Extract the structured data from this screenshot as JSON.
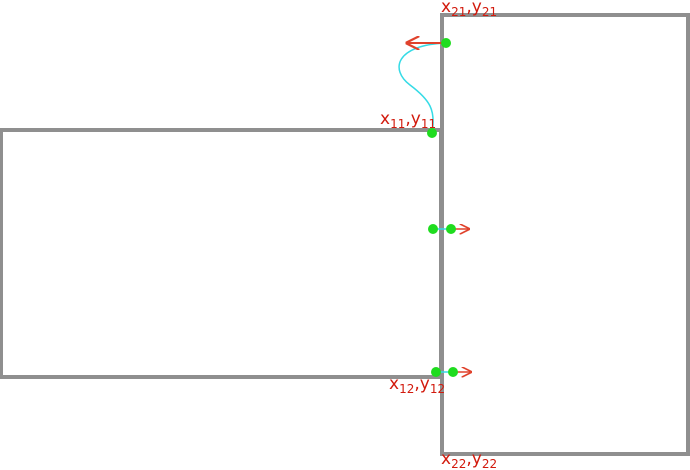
{
  "colors": {
    "box_stroke": "#8f8f8f",
    "point_fill": "#1fdc1f",
    "arrow": "#e0422c",
    "curve": "#35dbe6",
    "label": "#d21a0d",
    "background": "#ffffff"
  },
  "labels": {
    "p21": {
      "x": "x",
      "xsub": "21",
      "sep": ",",
      "y": "y",
      "ysub": "21"
    },
    "p11": {
      "x": "x",
      "xsub": "11",
      "sep": ",",
      "y": "y",
      "ysub": "11"
    },
    "p12": {
      "x": "x",
      "xsub": "12",
      "sep": ",",
      "y": "y",
      "ysub": "12"
    },
    "p22": {
      "x": "x",
      "xsub": "22",
      "sep": ",",
      "y": "y",
      "ysub": "22"
    }
  }
}
